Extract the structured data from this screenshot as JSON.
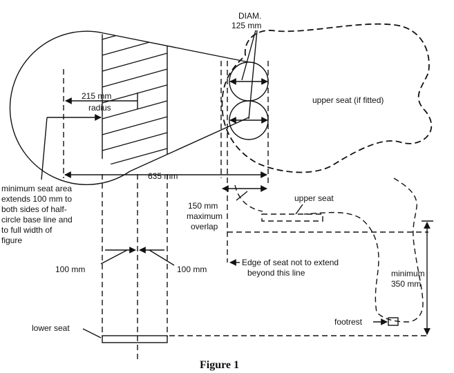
{
  "figure": {
    "caption": "Figure 1",
    "labels": {
      "diam_line1": "DIAM.",
      "diam_line2": "125 mm",
      "radius_line1": "215 mm",
      "radius_line2": "radius",
      "width_635": "635 mm",
      "min_area_1": "minimum seat area",
      "min_area_2": "extends 100 mm to",
      "min_area_3": "both sides of half-",
      "min_area_4": "circle base line and",
      "min_area_5": "to full width of",
      "min_area_6": "figure",
      "upper_seat_fitted": "upper seat (if fitted)",
      "upper_seat": "upper seat",
      "overlap_1": "150 mm",
      "overlap_2": "maximum",
      "overlap_3": "overlap",
      "left_100": "100 mm",
      "right_100": "100 mm",
      "edge_1": "Edge of seat not to extend",
      "edge_2": "beyond this line",
      "min350_1": "minimum",
      "min350_2": "350 mm",
      "footrest": "footrest",
      "lower_seat": "lower seat"
    }
  }
}
